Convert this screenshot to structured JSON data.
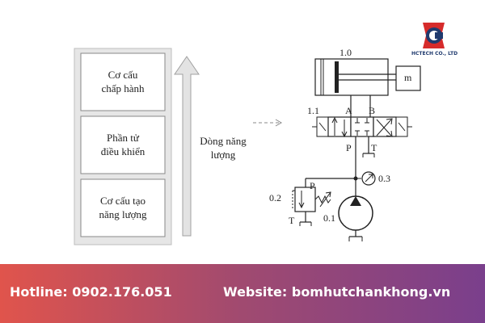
{
  "left_blocks": [
    {
      "line1": "Cơ cấu",
      "line2": "chấp hành"
    },
    {
      "line1": "Phần tử",
      "line2": "điều khiển"
    },
    {
      "line1": "Cơ cấu tạo",
      "line2": "năng lượng"
    }
  ],
  "energy_label": {
    "line1": "Dòng năng",
    "line2": "lượng"
  },
  "circuit_labels": {
    "cylinder": "1.0",
    "mass": "m",
    "valve": "1.1",
    "port_a": "A",
    "port_b": "B",
    "port_p": "P",
    "port_t": "T",
    "gauge": "0.3",
    "relief_valve": "0.2",
    "relief_p": "P",
    "relief_t": "T",
    "pump": "0.1"
  },
  "logo": {
    "company": "HCTECH CO., LTD"
  },
  "footer": {
    "hotline": "Hotline: 0902.176.051",
    "website": "Website: bomhutchankhong.vn"
  },
  "colors": {
    "footer_start": "#e0544c",
    "footer_end": "#7a3f8c",
    "logo_red": "#d62b2b",
    "logo_blue": "#1f3a6e"
  }
}
